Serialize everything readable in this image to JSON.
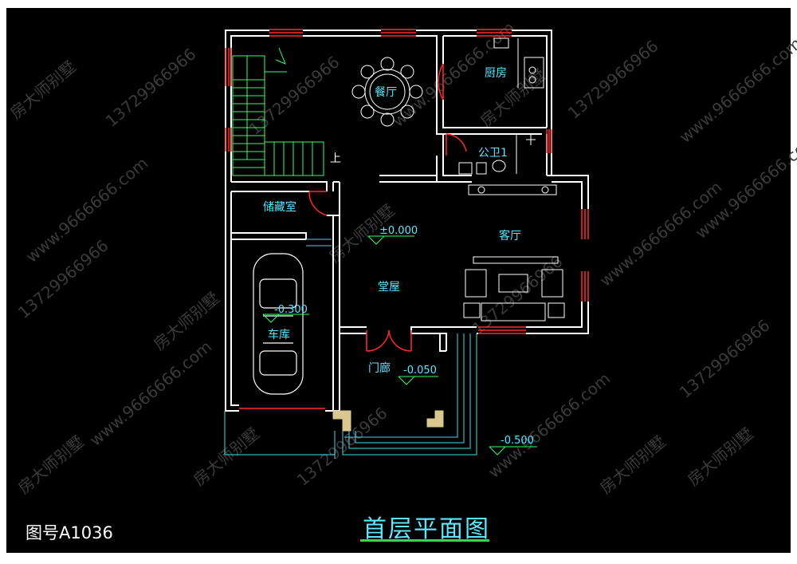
{
  "drawing_number": "图号A1036",
  "drawing_title": "首层平面图",
  "rooms": {
    "dining": "餐厅",
    "kitchen": "厨房",
    "toilet": "公卫1",
    "storage": "储藏室",
    "living": "客厅",
    "hall": "堂屋",
    "garage": "车库",
    "porch": "门廊"
  },
  "levels": {
    "hall": "±0.000",
    "garage": "-0.300",
    "porch": "-0.050",
    "exterior": "-0.500"
  },
  "stair_mark": "上",
  "watermarks": {
    "brand": "房大师别墅",
    "phone": "13729966966",
    "site": "www.9666666.com"
  },
  "colors": {
    "wall": "#ffffff",
    "window": "#ff2a2a",
    "text": "#5ee6ff",
    "stair": "#33ff66",
    "exterior": "#49d6e6",
    "title_underline": "#39d353",
    "background": "#000000"
  }
}
